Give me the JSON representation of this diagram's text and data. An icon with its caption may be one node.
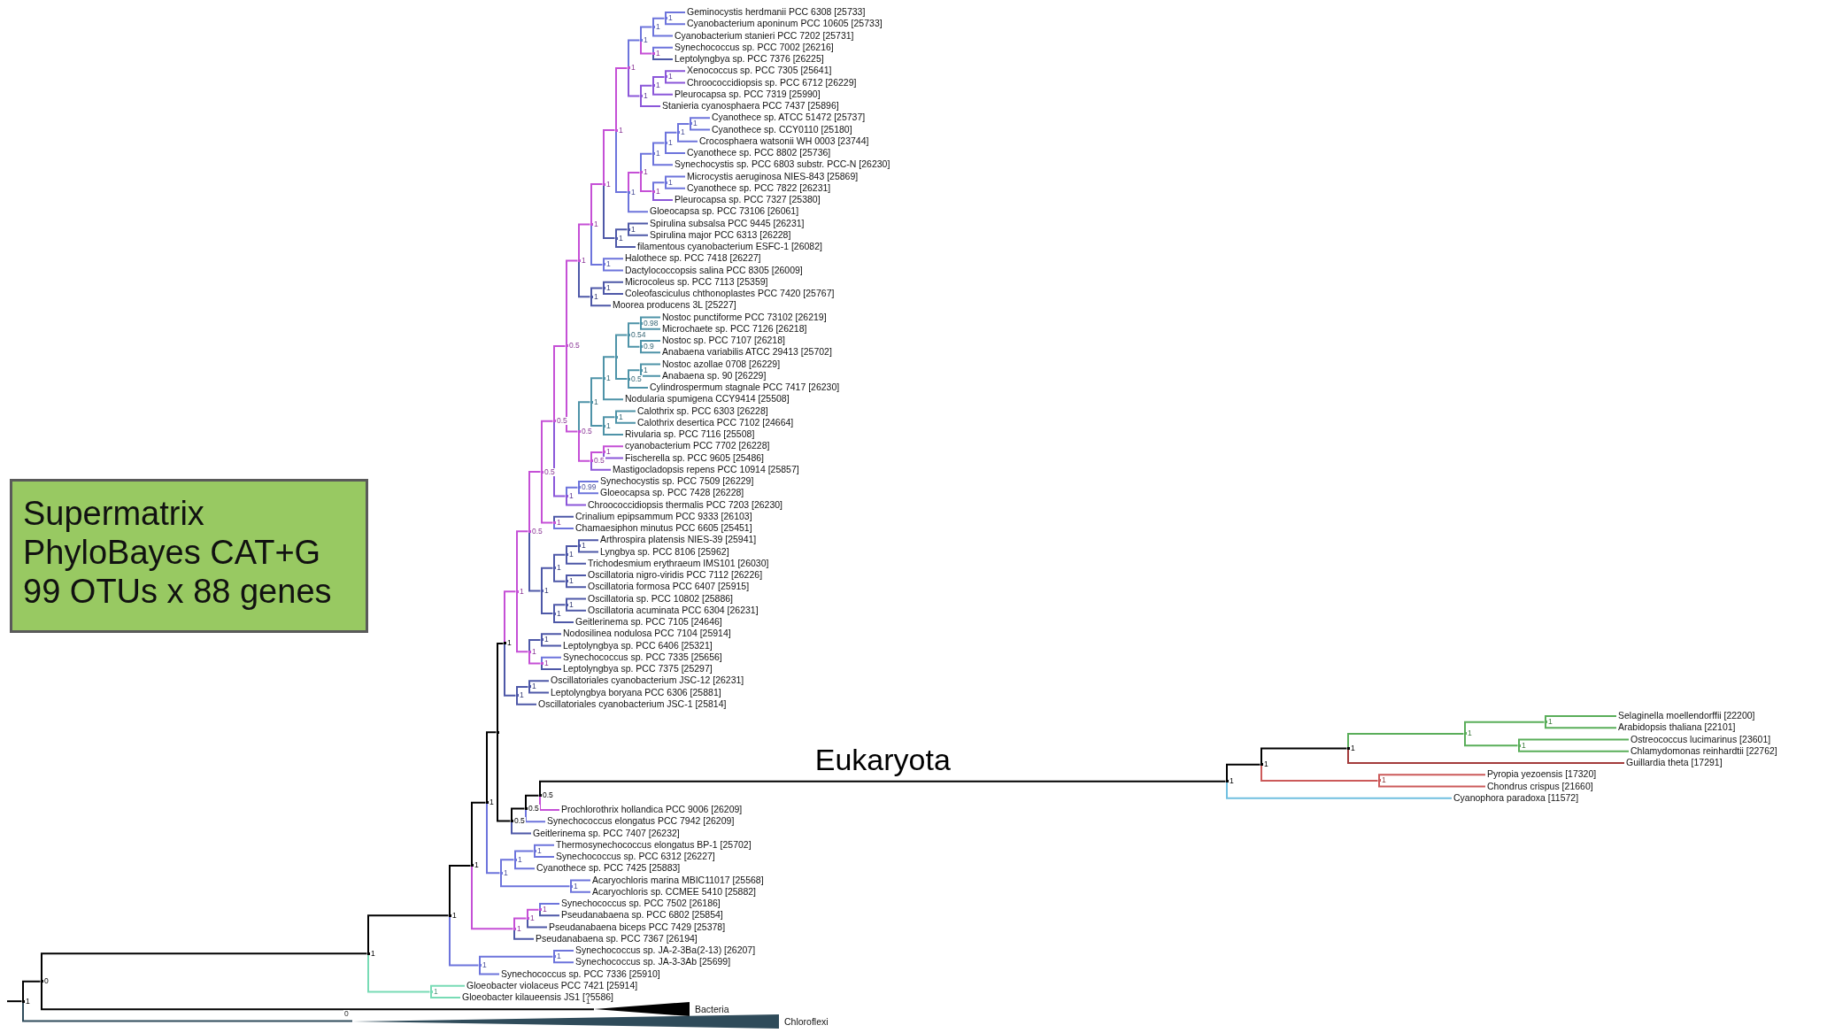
{
  "diagram": {
    "nodes": [
      {
        "text": [
          "Supermatrix PhyloBayes CAT+G 99 OTUs x 88 genes"
        ]
      },
      {
        "text": [],
        "shape": "point",
        "beside": [
          "1"
        ]
      },
      {
        "text": [],
        "shape": "point",
        "beside": [
          "0"
        ]
      },
      {
        "text": [],
        "shape": "point",
        "beside": [
          "1"
        ]
      },
      {
        "text": [],
        "shape": "point",
        "beside": [
          "1"
        ]
      },
      {
        "text": [
          "Gloeobacter violaceus PCC 7421 [25914]"
        ]
      },
      {
        "text": [
          "Gloeobacter kilaueensis JS1 [25586]"
        ]
      },
      {
        "text": [],
        "shape": "point",
        "beside": [
          "1"
        ]
      },
      {
        "text": [],
        "shape": "point",
        "beside": [
          "1"
        ]
      },
      {
        "text": [],
        "shape": "point",
        "beside": [
          "1"
        ]
      },
      {
        "text": [],
        "shape": "point"
      },
      {
        "text": [],
        "shape": "point",
        "beside": [
          "1"
        ]
      },
      {
        "text": [],
        "shape": "point",
        "beside": [
          "1"
        ]
      },
      {
        "text": [],
        "shape": "point",
        "beside": [
          "0.5"
        ]
      },
      {
        "text": [],
        "shape": "point",
        "beside": [
          "0.5"
        ]
      },
      {
        "text": [],
        "shape": "point",
        "beside": [
          "0.5"
        ]
      },
      {
        "text": [],
        "shape": "point",
        "beside": [
          "0.5"
        ]
      },
      {
        "text": [],
        "shape": "point",
        "beside": [
          "1"
        ]
      },
      {
        "text": [],
        "shape": "point",
        "beside": [
          "1"
        ]
      },
      {
        "text": [],
        "shape": "point",
        "beside": [
          "1"
        ]
      },
      {
        "text": [],
        "shape": "point",
        "beside": [
          "1"
        ]
      },
      {
        "text": [],
        "shape": "point",
        "beside": [
          "1"
        ]
      },
      {
        "text": [],
        "shape": "point",
        "beside": [
          "1"
        ]
      },
      {
        "text": [],
        "shape": "point",
        "beside": [
          "1"
        ]
      },
      {
        "text": [],
        "shape": "point",
        "beside": [
          "1"
        ]
      },
      {
        "text": [
          "Geminocystis herdmanii PCC 6308 [25733]"
        ]
      },
      {
        "text": [
          "Cyanobacterium aponinum PCC 10605 [25733]"
        ]
      },
      {
        "text": [
          "Cyanobacterium stanieri PCC 7202 [25731]"
        ]
      },
      {
        "text": [],
        "shape": "point",
        "beside": [
          "1"
        ]
      },
      {
        "text": [
          "Synechococcus sp. PCC 7002 [26216]"
        ]
      },
      {
        "text": [
          "Leptolyngbya sp. PCC 7376 [26225]"
        ]
      },
      {
        "text": [],
        "shape": "point",
        "beside": [
          "1"
        ]
      },
      {
        "text": [],
        "shape": "point",
        "beside": [
          "1"
        ]
      },
      {
        "text": [],
        "shape": "point",
        "beside": [
          "1"
        ]
      },
      {
        "text": [
          "Xenococcus sp. PCC 7305 [25641]"
        ]
      },
      {
        "text": [
          "Chroococcidiopsis sp. PCC 6712 [26229]"
        ]
      },
      {
        "text": [
          "Pleurocapsa sp. PCC 7319 [25990]"
        ]
      },
      {
        "text": [
          "Stanieria cyanosphaera PCC 7437 [25896]"
        ]
      },
      {
        "text": [],
        "shape": "point",
        "beside": [
          "1"
        ]
      },
      {
        "text": [],
        "shape": "point",
        "beside": [
          "1"
        ]
      },
      {
        "text": [],
        "shape": "point",
        "beside": [
          "1"
        ]
      },
      {
        "text": [],
        "shape": "point",
        "beside": [
          "1"
        ]
      },
      {
        "text": [],
        "shape": "point",
        "beside": [
          "1"
        ]
      },
      {
        "text": [],
        "shape": "point",
        "beside": [
          "1"
        ]
      },
      {
        "text": [
          "Cyanothece sp. ATCC 51472 [25737]"
        ]
      },
      {
        "text": [
          "Cyanothece sp. CCY0110 [25180]"
        ]
      },
      {
        "text": [
          "Crocosphaera watsonii WH 0003 [23744]"
        ]
      },
      {
        "text": [
          "Cyanothece sp. PCC 8802 [25736]"
        ]
      },
      {
        "text": [
          "Synechocystis sp. PCC 6803 substr. PCC-N [26230]"
        ]
      },
      {
        "text": [],
        "shape": "point",
        "beside": [
          "1"
        ]
      },
      {
        "text": [],
        "shape": "point",
        "beside": [
          "1"
        ]
      },
      {
        "text": [
          "Microcystis aeruginosa NIES-843 [25869]"
        ]
      },
      {
        "text": [
          "Cyanothece sp. PCC 7822 [26231]"
        ]
      },
      {
        "text": [
          "Pleurocapsa sp. PCC 7327 [25380]"
        ]
      },
      {
        "text": [
          "Gloeocapsa sp. PCC 73106 [26061]"
        ]
      },
      {
        "text": [],
        "shape": "point",
        "beside": [
          "1"
        ]
      },
      {
        "text": [],
        "shape": "point",
        "beside": [
          "1"
        ]
      },
      {
        "text": [
          "Spirulina subsalsa PCC 9445 [26231]"
        ]
      },
      {
        "text": [
          "Spirulina major PCC 6313 [26228]"
        ]
      },
      {
        "text": [
          "filamentous cyanobacterium ESFC-1 [26082]"
        ]
      },
      {
        "text": [],
        "shape": "point",
        "beside": [
          "1"
        ]
      },
      {
        "text": [
          "Halothece sp. PCC 7418 [26227]"
        ]
      },
      {
        "text": [
          "Dactylococcopsis salina PCC 8305 [26009]"
        ]
      },
      {
        "text": [],
        "shape": "point",
        "beside": [
          "1"
        ]
      },
      {
        "text": [],
        "shape": "point",
        "beside": [
          "1"
        ]
      },
      {
        "text": [
          "Microcoleus sp. PCC 7113 [25359]"
        ]
      },
      {
        "text": [
          "Coleofasciculus chthonoplastes PCC 7420 [25767]"
        ]
      },
      {
        "text": [
          "Moorea producens 3L [25227]"
        ]
      },
      {
        "text": [],
        "shape": "point",
        "beside": [
          "0.5"
        ]
      },
      {
        "text": [],
        "shape": "point",
        "beside": [
          "1"
        ]
      },
      {
        "text": [],
        "shape": "point",
        "beside": [
          "1"
        ]
      },
      {
        "text": [],
        "shape": "point"
      },
      {
        "text": [],
        "shape": "point",
        "beside": [
          "0.54"
        ]
      },
      {
        "text": [],
        "shape": "point",
        "beside": [
          "0.98"
        ]
      },
      {
        "text": [
          "Nostoc punctiforme PCC 73102 [26219]"
        ]
      },
      {
        "text": [
          "Microchaete sp. PCC 7126 [26218]"
        ]
      },
      {
        "text": [],
        "shape": "point",
        "beside": [
          "0.9"
        ]
      },
      {
        "text": [
          "Nostoc sp. PCC 7107 [26218]"
        ]
      },
      {
        "text": [
          "Anabaena variabilis ATCC 29413 [25702]"
        ]
      },
      {
        "text": [],
        "shape": "point",
        "beside": [
          "0.5"
        ]
      },
      {
        "text": [],
        "shape": "point",
        "beside": [
          "1"
        ]
      },
      {
        "text": [
          "Nostoc azollae 0708 [26229]"
        ]
      },
      {
        "text": [
          "Anabaena sp. 90 [26229]"
        ]
      },
      {
        "text": [
          "Cylindrospermum stagnale PCC 7417 [26230]"
        ]
      },
      {
        "text": [
          "Nodularia spumigena CCY9414 [25508]"
        ]
      },
      {
        "text": [],
        "shape": "point",
        "beside": [
          "1"
        ]
      },
      {
        "text": [],
        "shape": "point",
        "beside": [
          "1"
        ]
      },
      {
        "text": [
          "Calothrix sp. PCC 6303 [26228]"
        ]
      },
      {
        "text": [
          "Calothrix desertica PCC 7102 [24664]"
        ]
      },
      {
        "text": [
          "Rivularia sp. PCC 7116 [25508]"
        ]
      },
      {
        "text": [],
        "shape": "point",
        "beside": [
          "0.5"
        ]
      },
      {
        "text": [],
        "shape": "point",
        "beside": [
          "1"
        ]
      },
      {
        "text": [
          "cyanobacterium PCC 7702 [26228]"
        ]
      },
      {
        "text": [
          "Fischerella sp. PCC 9605 [25486]"
        ]
      },
      {
        "text": [
          "Mastigocladopsis repens PCC 10914 [25857]"
        ]
      },
      {
        "text": [],
        "shape": "point",
        "beside": [
          "1"
        ]
      },
      {
        "text": [],
        "shape": "point",
        "beside": [
          "0.99"
        ]
      },
      {
        "text": [
          "Synechocystis sp. PCC 7509 [26229]"
        ]
      },
      {
        "text": [
          "Gloeocapsa sp. PCC 7428 [26228]"
        ]
      },
      {
        "text": [
          "Chroococcidiopsis thermalis PCC 7203 [26230]"
        ]
      },
      {
        "text": [],
        "shape": "point",
        "beside": [
          "1"
        ]
      },
      {
        "text": [
          "Crinalium epipsammum PCC 9333 [26103]"
        ]
      },
      {
        "text": [
          "Chamaesiphon minutus PCC 6605 [25451]"
        ]
      },
      {
        "text": [],
        "shape": "point",
        "beside": [
          "1"
        ]
      },
      {
        "text": [],
        "shape": "point",
        "beside": [
          "1"
        ]
      },
      {
        "text": [],
        "shape": "point",
        "beside": [
          "1"
        ]
      },
      {
        "text": [],
        "shape": "point",
        "beside": [
          "1"
        ]
      },
      {
        "text": [
          "Arthrospira platensis NIES-39 [25941]"
        ]
      },
      {
        "text": [
          "Lyngbya sp. PCC 8106 [25962]"
        ]
      },
      {
        "text": [
          "Trichodesmium erythraeum IMS101 [26030]"
        ]
      },
      {
        "text": [],
        "shape": "point",
        "beside": [
          "1"
        ]
      },
      {
        "text": [
          "Oscillatoria nigro-viridis PCC 7112 [26226]"
        ]
      },
      {
        "text": [
          "Oscillatoria formosa PCC 6407 [25915]"
        ]
      },
      {
        "text": [],
        "shape": "point",
        "beside": [
          "1"
        ]
      },
      {
        "text": [],
        "shape": "point",
        "beside": [
          "1"
        ]
      },
      {
        "text": [
          "Oscillatoria sp. PCC 10802 [25886]"
        ]
      },
      {
        "text": [
          "Oscillatoria acuminata PCC 6304 [26231]"
        ]
      },
      {
        "text": [
          "Geitlerinema sp. PCC 7105 [24646]"
        ]
      },
      {
        "text": [],
        "shape": "point",
        "beside": [
          "1"
        ]
      },
      {
        "text": [],
        "shape": "point",
        "beside": [
          "1"
        ]
      },
      {
        "text": [
          "Nodosilinea nodulosa PCC 7104 [25914]"
        ]
      },
      {
        "text": [
          "Leptolyngbya sp. PCC 6406 [25321]"
        ]
      },
      {
        "text": [],
        "shape": "point",
        "beside": [
          "1"
        ]
      },
      {
        "text": [
          "Synechococcus sp. PCC 7335 [25656]"
        ]
      },
      {
        "text": [
          "Leptolyngbya sp. PCC 7375 [25297]"
        ]
      },
      {
        "text": [],
        "shape": "point",
        "beside": [
          "1"
        ]
      },
      {
        "text": [],
        "shape": "point",
        "beside": [
          "1"
        ]
      },
      {
        "text": [
          "Oscillatoriales cyanobacterium JSC-12 [26231]"
        ]
      },
      {
        "text": [
          "Leptolyngbya boryana PCC 6306 [25881]"
        ]
      },
      {
        "text": [
          "Oscillatoriales cyanobacterium JSC-1 [25814]"
        ]
      },
      {
        "text": [],
        "shape": "point",
        "beside": [
          "0.5"
        ]
      },
      {
        "text": [],
        "shape": "point",
        "beside": [
          "0.5"
        ]
      },
      {
        "text": [],
        "shape": "point",
        "beside": [
          "0.5"
        ]
      },
      {
        "text": [],
        "shape": "point",
        "beside": [
          "1"
        ]
      },
      {
        "text": [],
        "shape": "point",
        "beside": [
          "1"
        ]
      },
      {
        "text": [],
        "shape": "point",
        "beside": [
          "1"
        ]
      },
      {
        "text": [],
        "shape": "point",
        "beside": [
          "1"
        ]
      },
      {
        "text": [],
        "shape": "point",
        "beside": [
          "1"
        ]
      },
      {
        "text": [
          "Selaginella moellendorffii [22200]"
        ]
      },
      {
        "text": [
          "Arabidopsis thaliana [22101]"
        ]
      },
      {
        "text": [],
        "shape": "point",
        "beside": [
          "1"
        ]
      },
      {
        "text": [
          "Ostreococcus lucimarinus [23601]"
        ]
      },
      {
        "text": [
          "Chlamydomonas reinhardtii [22762]"
        ]
      },
      {
        "text": [
          "Guillardia theta [17291]"
        ]
      },
      {
        "text": [],
        "shape": "point",
        "beside": [
          "1"
        ]
      },
      {
        "text": [
          "Pyropia yezoensis [17320]"
        ]
      },
      {
        "text": [
          "Chondrus crispus [21660]"
        ]
      },
      {
        "text": [
          "Cyanophora paradoxa [11572]"
        ]
      },
      {
        "text": [
          "Prochlorothrix hollandica PCC 9006 [26209]"
        ]
      },
      {
        "text": [
          "Synechococcus elongatus PCC 7942 [26209]"
        ]
      },
      {
        "text": [
          "Geitlerinema sp. PCC 7407 [26232]"
        ]
      },
      {
        "text": [],
        "shape": "point",
        "beside": [
          "1"
        ]
      },
      {
        "text": [],
        "shape": "point",
        "beside": [
          "1"
        ]
      },
      {
        "text": [],
        "shape": "point",
        "beside": [
          "1"
        ]
      },
      {
        "text": [
          "Thermosynechococcus elongatus BP-1 [25702]"
        ]
      },
      {
        "text": [
          "Synechococcus sp. PCC 6312 [26227]"
        ]
      },
      {
        "text": [
          "Cyanothece sp. PCC 7425 [25883]"
        ]
      },
      {
        "text": [],
        "shape": "point",
        "beside": [
          "1"
        ]
      },
      {
        "text": [
          "Acaryochloris marina MBIC11017 [25568]"
        ]
      },
      {
        "text": [
          "Acaryochloris sp. CCMEE 5410 [25882]"
        ]
      },
      {
        "text": [],
        "shape": "point",
        "beside": [
          "1"
        ]
      },
      {
        "text": [],
        "shape": "point",
        "beside": [
          "1"
        ]
      },
      {
        "text": [],
        "shape": "point",
        "beside": [
          "1"
        ]
      },
      {
        "text": [
          "Synechococcus sp. PCC 7502 [26186]"
        ]
      },
      {
        "text": [
          "Pseudanabaena sp. PCC 6802 [25854]"
        ]
      },
      {
        "text": [
          "Pseudanabaena biceps PCC 7429 [25378]"
        ]
      },
      {
        "text": [
          "Pseudanabaena sp. PCC 7367 [26194]"
        ]
      },
      {
        "text": [],
        "shape": "point",
        "beside": [
          "1"
        ]
      },
      {
        "text": [],
        "shape": "point",
        "beside": [
          "1"
        ]
      },
      {
        "text": [
          "Synechococcus sp. JA-2-3Ba(2-13) [26207]"
        ]
      },
      {
        "text": [
          "Synechococcus sp. JA-3-3Ab [25699]"
        ]
      },
      {
        "text": [
          "Synechococcus sp. PCC 7336 [25910]"
        ]
      },
      {
        "text": [
          "Bacteria"
        ],
        "beside": [
          "1"
        ]
      },
      {
        "text": [
          "Chloroflexi"
        ],
        "beside": [
          "0"
        ]
      }
    ],
    "edges": [
      {
        "from": null,
        "to": 1,
        "arrow": "none",
        "color": "#000000"
      },
      {
        "from": 1,
        "to": 2,
        "arrow": "none",
        "color": "#000000"
      },
      {
        "from": 2,
        "to": 3,
        "arrow": "none",
        "color": "#000000"
      },
      {
        "from": 3,
        "to": 7,
        "arrow": "none",
        "color": "#000000"
      },
      {
        "from": 7,
        "to": 8,
        "arrow": "none",
        "color": "#000000"
      },
      {
        "from": 8,
        "to": 9,
        "arrow": "none",
        "color": "#000000"
      },
      {
        "from": 9,
        "to": 10,
        "arrow": "none",
        "color": "#000000"
      },
      {
        "from": 10,
        "to": 11,
        "arrow": "none",
        "color": "#000000"
      },
      {
        "from": 11,
        "to": 12,
        "arrow": "none",
        "color": "#c550d6"
      },
      {
        "from": 12,
        "to": 13,
        "arrow": "none",
        "color": "#c550d6"
      },
      {
        "from": 13,
        "to": 14,
        "arrow": "none",
        "color": "#c550d6"
      },
      {
        "from": 14,
        "to": 15,
        "arrow": "none",
        "color": "#c550d6"
      },
      {
        "from": 15,
        "to": 16,
        "arrow": "none",
        "color": "#c550d6"
      },
      {
        "from": 16,
        "to": 17,
        "arrow": "none",
        "color": "#c550d6"
      },
      {
        "from": 17,
        "to": 18,
        "arrow": "none",
        "color": "#c550d6"
      },
      {
        "from": 18,
        "to": 19,
        "arrow": "none",
        "color": "#c550d6"
      },
      {
        "from": 19,
        "to": 20,
        "arrow": "none",
        "color": "#c550d6"
      },
      {
        "from": 20,
        "to": 21,
        "arrow": "none",
        "color": "#c550d6"
      },
      {
        "from": 21,
        "to": 22,
        "arrow": "none"
      },
      {
        "from": 22,
        "to": 23,
        "arrow": "none"
      },
      {
        "from": 23,
        "to": 24,
        "arrow": "none"
      },
      {
        "from": 24,
        "to": 25,
        "arrow": "none"
      },
      {
        "from": 24,
        "to": 26,
        "arrow": "none"
      },
      {
        "from": 23,
        "to": 27,
        "arrow": "none"
      },
      {
        "from": 22,
        "to": 28,
        "arrow": "none",
        "color": "#c550d6"
      },
      {
        "from": 28,
        "to": 29,
        "arrow": "none"
      },
      {
        "from": 28,
        "to": 30,
        "arrow": "none",
        "color": "#4e58a8"
      },
      {
        "from": 21,
        "to": 31,
        "arrow": "none",
        "color": "#8b57d9"
      },
      {
        "from": 31,
        "to": 32,
        "arrow": "none",
        "color": "#8b57d9"
      },
      {
        "from": 32,
        "to": 33,
        "arrow": "none",
        "color": "#8b57d9"
      },
      {
        "from": 33,
        "to": 34,
        "arrow": "none",
        "color": "#8b57d9"
      },
      {
        "from": 33,
        "to": 35,
        "arrow": "none",
        "color": "#8b57d9"
      },
      {
        "from": 32,
        "to": 36,
        "arrow": "none",
        "color": "#8b57d9"
      },
      {
        "from": 31,
        "to": 37,
        "arrow": "none",
        "color": "#8b57d9"
      },
      {
        "from": 20,
        "to": 38,
        "arrow": "none"
      },
      {
        "from": 38,
        "to": 39,
        "arrow": "none",
        "color": "#c550d6"
      },
      {
        "from": 39,
        "to": 40,
        "arrow": "none"
      },
      {
        "from": 40,
        "to": 41,
        "arrow": "none"
      },
      {
        "from": 41,
        "to": 42,
        "arrow": "none"
      },
      {
        "from": 42,
        "to": 43,
        "arrow": "none"
      },
      {
        "from": 43,
        "to": 44,
        "arrow": "none"
      },
      {
        "from": 43,
        "to": 45,
        "arrow": "none"
      },
      {
        "from": 42,
        "to": 46,
        "arrow": "none"
      },
      {
        "from": 41,
        "to": 47,
        "arrow": "none"
      },
      {
        "from": 40,
        "to": 48,
        "arrow": "none"
      },
      {
        "from": 39,
        "to": 49,
        "arrow": "none",
        "color": "#c550d6"
      },
      {
        "from": 49,
        "to": 50,
        "arrow": "none"
      },
      {
        "from": 50,
        "to": 51,
        "arrow": "none"
      },
      {
        "from": 50,
        "to": 52,
        "arrow": "none"
      },
      {
        "from": 49,
        "to": 53,
        "arrow": "none",
        "color": "#8b57d9"
      },
      {
        "from": 38,
        "to": 54,
        "arrow": "none"
      },
      {
        "from": 19,
        "to": 55,
        "arrow": "none",
        "color": "#4e58a8"
      },
      {
        "from": 55,
        "to": 56,
        "arrow": "none",
        "color": "#4e58a8"
      },
      {
        "from": 56,
        "to": 57,
        "arrow": "none",
        "color": "#4e58a8"
      },
      {
        "from": 56,
        "to": 58,
        "arrow": "none",
        "color": "#4e58a8"
      },
      {
        "from": 55,
        "to": 59,
        "arrow": "none",
        "color": "#4e58a8"
      },
      {
        "from": 18,
        "to": 60,
        "arrow": "none"
      },
      {
        "from": 60,
        "to": 61,
        "arrow": "none"
      },
      {
        "from": 60,
        "to": 62,
        "arrow": "none"
      },
      {
        "from": 17,
        "to": 63,
        "arrow": "none",
        "color": "#4e58a8"
      },
      {
        "from": 63,
        "to": 64,
        "arrow": "none",
        "color": "#4e58a8"
      },
      {
        "from": 64,
        "to": 65,
        "arrow": "none",
        "color": "#4e58a8"
      },
      {
        "from": 64,
        "to": 66,
        "arrow": "none",
        "color": "#4e58a8"
      },
      {
        "from": 63,
        "to": 67,
        "arrow": "none",
        "color": "#4e58a8"
      },
      {
        "from": 16,
        "to": 68,
        "arrow": "none",
        "color": "#c550d6"
      },
      {
        "from": 68,
        "to": 69,
        "arrow": "none",
        "color": "#4e93a8"
      },
      {
        "from": 69,
        "to": 70,
        "arrow": "none",
        "color": "#4e93a8"
      },
      {
        "from": 70,
        "to": 71,
        "arrow": "none",
        "color": "#4e93a8"
      },
      {
        "from": 71,
        "to": 72,
        "arrow": "none",
        "color": "#4e93a8"
      },
      {
        "from": 72,
        "to": 73,
        "arrow": "none",
        "color": "#4e93a8"
      },
      {
        "from": 73,
        "to": 74,
        "arrow": "none",
        "color": "#4e93a8"
      },
      {
        "from": 73,
        "to": 75,
        "arrow": "none",
        "color": "#4e93a8"
      },
      {
        "from": 72,
        "to": 76,
        "arrow": "none",
        "color": "#4e93a8"
      },
      {
        "from": 76,
        "to": 77,
        "arrow": "none",
        "color": "#4e93a8"
      },
      {
        "from": 76,
        "to": 78,
        "arrow": "none",
        "color": "#4e93a8"
      },
      {
        "from": 71,
        "to": 79,
        "arrow": "none",
        "color": "#4e93a8"
      },
      {
        "from": 79,
        "to": 80,
        "arrow": "none",
        "color": "#4e93a8"
      },
      {
        "from": 80,
        "to": 81,
        "arrow": "none",
        "color": "#4e93a8"
      },
      {
        "from": 80,
        "to": 82,
        "arrow": "none",
        "color": "#4e93a8"
      },
      {
        "from": 79,
        "to": 83,
        "arrow": "none",
        "color": "#4e93a8"
      },
      {
        "from": 70,
        "to": 84,
        "arrow": "none",
        "color": "#4e93a8"
      },
      {
        "from": 69,
        "to": 85,
        "arrow": "none",
        "color": "#4e93a8"
      },
      {
        "from": 85,
        "to": 86,
        "arrow": "none",
        "color": "#4e93a8"
      },
      {
        "from": 86,
        "to": 87,
        "arrow": "none",
        "color": "#4e93a8"
      },
      {
        "from": 86,
        "to": 88,
        "arrow": "none",
        "color": "#4e93a8"
      },
      {
        "from": 85,
        "to": 89,
        "arrow": "none",
        "color": "#4e93a8"
      },
      {
        "from": 68,
        "to": 90,
        "arrow": "none",
        "color": "#c550d6"
      },
      {
        "from": 90,
        "to": 91,
        "arrow": "none",
        "color": "#c550d6"
      },
      {
        "from": 91,
        "to": 92,
        "arrow": "none",
        "color": "#c550d6"
      },
      {
        "from": 91,
        "to": 93,
        "arrow": "none",
        "color": "#8b57d9"
      },
      {
        "from": 90,
        "to": 94,
        "arrow": "none",
        "color": "#8b57d9"
      },
      {
        "from": 15,
        "to": 95,
        "arrow": "none",
        "color": "#8b57d9"
      },
      {
        "from": 95,
        "to": 96,
        "arrow": "none"
      },
      {
        "from": 96,
        "to": 97,
        "arrow": "none"
      },
      {
        "from": 96,
        "to": 98,
        "arrow": "none"
      },
      {
        "from": 95,
        "to": 99,
        "arrow": "none",
        "color": "#8b57d9"
      },
      {
        "from": 14,
        "to": 100,
        "arrow": "none",
        "color": "#c550d6"
      },
      {
        "from": 100,
        "to": 101,
        "arrow": "none",
        "color": "#4e58a8"
      },
      {
        "from": 100,
        "to": 102,
        "arrow": "none"
      },
      {
        "from": 13,
        "to": 103,
        "arrow": "none",
        "color": "#4e58a8"
      },
      {
        "from": 103,
        "to": 104,
        "arrow": "none",
        "color": "#4e58a8"
      },
      {
        "from": 104,
        "to": 105,
        "arrow": "none",
        "color": "#4e58a8"
      },
      {
        "from": 105,
        "to": 106,
        "arrow": "none",
        "color": "#4e58a8"
      },
      {
        "from": 106,
        "to": 107,
        "arrow": "none",
        "color": "#4e58a8"
      },
      {
        "from": 106,
        "to": 108,
        "arrow": "none",
        "color": "#4e58a8"
      },
      {
        "from": 105,
        "to": 109,
        "arrow": "none",
        "color": "#4e58a8"
      },
      {
        "from": 104,
        "to": 110,
        "arrow": "none",
        "color": "#4e58a8"
      },
      {
        "from": 110,
        "to": 111,
        "arrow": "none",
        "color": "#4e58a8"
      },
      {
        "from": 110,
        "to": 112,
        "arrow": "none",
        "color": "#4e58a8"
      },
      {
        "from": 103,
        "to": 113,
        "arrow": "none",
        "color": "#4e58a8"
      },
      {
        "from": 113,
        "to": 114,
        "arrow": "none",
        "color": "#4e58a8"
      },
      {
        "from": 114,
        "to": 115,
        "arrow": "none",
        "color": "#4e58a8"
      },
      {
        "from": 114,
        "to": 116,
        "arrow": "none",
        "color": "#4e58a8"
      },
      {
        "from": 113,
        "to": 117,
        "arrow": "none",
        "color": "#4e58a8"
      },
      {
        "from": 12,
        "to": 118,
        "arrow": "none",
        "color": "#c550d6"
      },
      {
        "from": 118,
        "to": 119,
        "arrow": "none",
        "color": "#4e58a8"
      },
      {
        "from": 119,
        "to": 120,
        "arrow": "none",
        "color": "#4e58a8"
      },
      {
        "from": 119,
        "to": 121,
        "arrow": "none",
        "color": "#4e58a8"
      },
      {
        "from": 118,
        "to": 122,
        "arrow": "none",
        "color": "#c550d6"
      },
      {
        "from": 122,
        "to": 123,
        "arrow": "none"
      },
      {
        "from": 122,
        "to": 124,
        "arrow": "none",
        "color": "#4e58a8"
      },
      {
        "from": 11,
        "to": 125,
        "arrow": "none",
        "color": "#4e58a8"
      },
      {
        "from": 125,
        "to": 126,
        "arrow": "none",
        "color": "#4e58a8"
      },
      {
        "from": 126,
        "to": 127,
        "arrow": "none",
        "color": "#4e58a8"
      },
      {
        "from": 126,
        "to": 128,
        "arrow": "none",
        "color": "#4e58a8"
      },
      {
        "from": 125,
        "to": 129,
        "arrow": "none",
        "color": "#4e58a8"
      },
      {
        "from": 10,
        "to": 130,
        "arrow": "none",
        "color": "#000000"
      },
      {
        "from": 130,
        "to": 131,
        "arrow": "none",
        "color": "#000000"
      },
      {
        "from": 131,
        "to": 132,
        "arrow": "none",
        "color": "#000000"
      },
      {
        "from": 132,
        "to": 133,
        "arrow": "none",
        "color": "#000000",
        "label": "Eukaryota"
      },
      {
        "from": 133,
        "to": 134,
        "arrow": "none",
        "color": "#000000"
      },
      {
        "from": 134,
        "to": 135,
        "arrow": "none",
        "color": "#000000"
      },
      {
        "from": 135,
        "to": 136,
        "arrow": "none",
        "color": "#5aae5a"
      },
      {
        "from": 136,
        "to": 137,
        "arrow": "none",
        "color": "#5aae5a"
      },
      {
        "from": 137,
        "to": 138,
        "arrow": "none",
        "color": "#5aae5a"
      },
      {
        "from": 137,
        "to": 139,
        "arrow": "none",
        "color": "#5aae5a"
      },
      {
        "from": 136,
        "to": 140,
        "arrow": "none",
        "color": "#5aae5a"
      },
      {
        "from": 140,
        "to": 141,
        "arrow": "none",
        "color": "#5aae5a"
      },
      {
        "from": 140,
        "to": 142,
        "arrow": "none",
        "color": "#5aae5a"
      },
      {
        "from": 135,
        "to": 143,
        "arrow": "none",
        "color": "#a33b3b"
      },
      {
        "from": 134,
        "to": 144,
        "arrow": "none",
        "color": "#cc5a5a"
      },
      {
        "from": 144,
        "to": 145,
        "arrow": "none",
        "color": "#cc5a5a"
      },
      {
        "from": 144,
        "to": 146,
        "arrow": "none",
        "color": "#cc5a5a"
      },
      {
        "from": 133,
        "to": 147,
        "arrow": "none",
        "color": "#70c0e0"
      },
      {
        "from": 132,
        "to": 148,
        "arrow": "none",
        "color": "#c550d6"
      },
      {
        "from": 131,
        "to": 149,
        "arrow": "none"
      },
      {
        "from": 130,
        "to": 150,
        "arrow": "none",
        "color": "#4e58a8"
      },
      {
        "from": 9,
        "to": 151,
        "arrow": "none"
      },
      {
        "from": 151,
        "to": 152,
        "arrow": "none"
      },
      {
        "from": 152,
        "to": 153,
        "arrow": "none"
      },
      {
        "from": 153,
        "to": 154,
        "arrow": "none"
      },
      {
        "from": 153,
        "to": 155,
        "arrow": "none"
      },
      {
        "from": 152,
        "to": 156,
        "arrow": "none"
      },
      {
        "from": 151,
        "to": 157,
        "arrow": "none"
      },
      {
        "from": 157,
        "to": 158,
        "arrow": "none"
      },
      {
        "from": 157,
        "to": 159,
        "arrow": "none"
      },
      {
        "from": 8,
        "to": 160,
        "arrow": "none",
        "color": "#c550d6"
      },
      {
        "from": 160,
        "to": 161,
        "arrow": "none",
        "color": "#c550d6"
      },
      {
        "from": 161,
        "to": 162,
        "arrow": "none",
        "color": "#c550d6"
      },
      {
        "from": 162,
        "to": 163,
        "arrow": "none"
      },
      {
        "from": 162,
        "to": 164,
        "arrow": "none",
        "color": "#4e58a8"
      },
      {
        "from": 161,
        "to": 165,
        "arrow": "none",
        "color": "#4e58a8"
      },
      {
        "from": 160,
        "to": 166,
        "arrow": "none",
        "color": "#4e58a8"
      },
      {
        "from": 7,
        "to": 167,
        "arrow": "none"
      },
      {
        "from": 167,
        "to": 168,
        "arrow": "none"
      },
      {
        "from": 168,
        "to": 169,
        "arrow": "none"
      },
      {
        "from": 168,
        "to": 170,
        "arrow": "none"
      },
      {
        "from": 167,
        "to": 171,
        "arrow": "none"
      },
      {
        "from": 3,
        "to": 4,
        "arrow": "none",
        "color": "#78dbb5"
      },
      {
        "from": 4,
        "to": 5,
        "arrow": "none",
        "color": "#78dbb5"
      },
      {
        "from": 4,
        "to": 6,
        "arrow": "none",
        "color": "#78dbb5"
      },
      {
        "from": 2,
        "to": 172,
        "arrow": "none",
        "color": "#000000"
      },
      {
        "from": 1,
        "to": 173,
        "arrow": "none",
        "color": "#2f4b5a"
      }
    ]
  }
}
